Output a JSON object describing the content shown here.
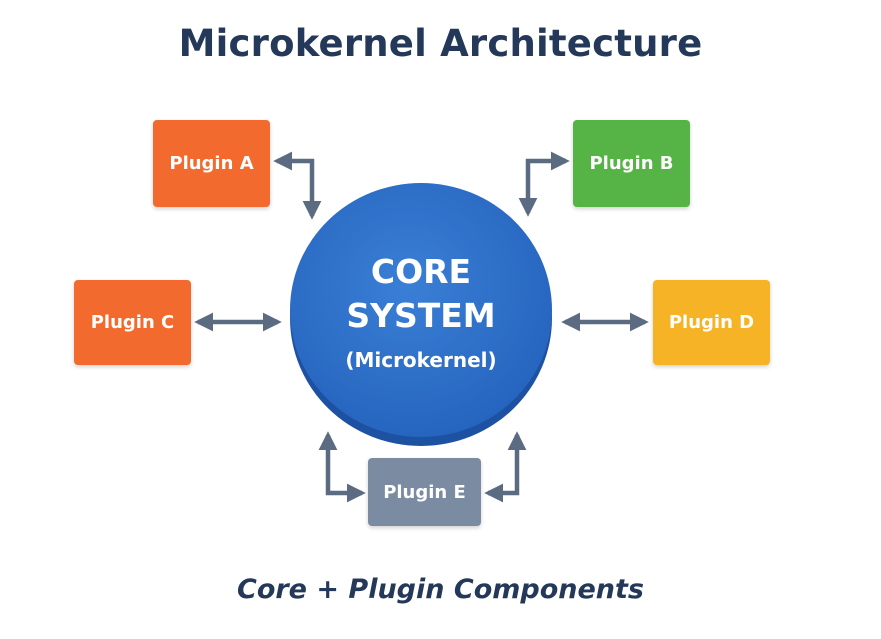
{
  "title": "Microkernel Architecture",
  "subtitle": "Core + Plugin Components",
  "core": {
    "line1": "CORE",
    "line2": "SYSTEM",
    "line3": "(Microkernel)",
    "color": "#2a6cc6"
  },
  "plugins": [
    {
      "id": "a",
      "label": "Plugin A",
      "color": "#f26a2d"
    },
    {
      "id": "b",
      "label": "Plugin B",
      "color": "#56b345"
    },
    {
      "id": "c",
      "label": "Plugin C",
      "color": "#f26a2d"
    },
    {
      "id": "d",
      "label": "Plugin D",
      "color": "#f6b325"
    },
    {
      "id": "e",
      "label": "Plugin E",
      "color": "#7b8ba1"
    }
  ],
  "arrow_color": "#5b6b82"
}
